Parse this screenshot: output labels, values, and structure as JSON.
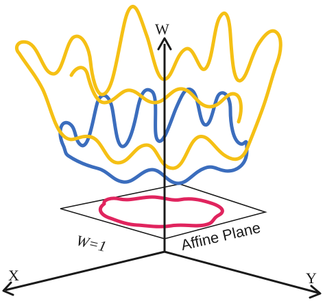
{
  "labels": {
    "w_axis": "W",
    "x_axis": "X",
    "y_axis": "Y",
    "plane_equation": "W=1",
    "plane_name": "Affine Plane"
  },
  "colors": {
    "upper_curve": "#f5c015",
    "lower_curve": "#3b6dbd",
    "projected_curve": "#e0245e",
    "axes": "#1a1a1a",
    "plane_outline": "#1a1a1a"
  },
  "icons": {
    "w_axis_arrow": "arrow-up-icon",
    "x_axis_arrow": "arrow-down-left-icon",
    "y_axis_arrow": "arrow-down-right-icon"
  }
}
